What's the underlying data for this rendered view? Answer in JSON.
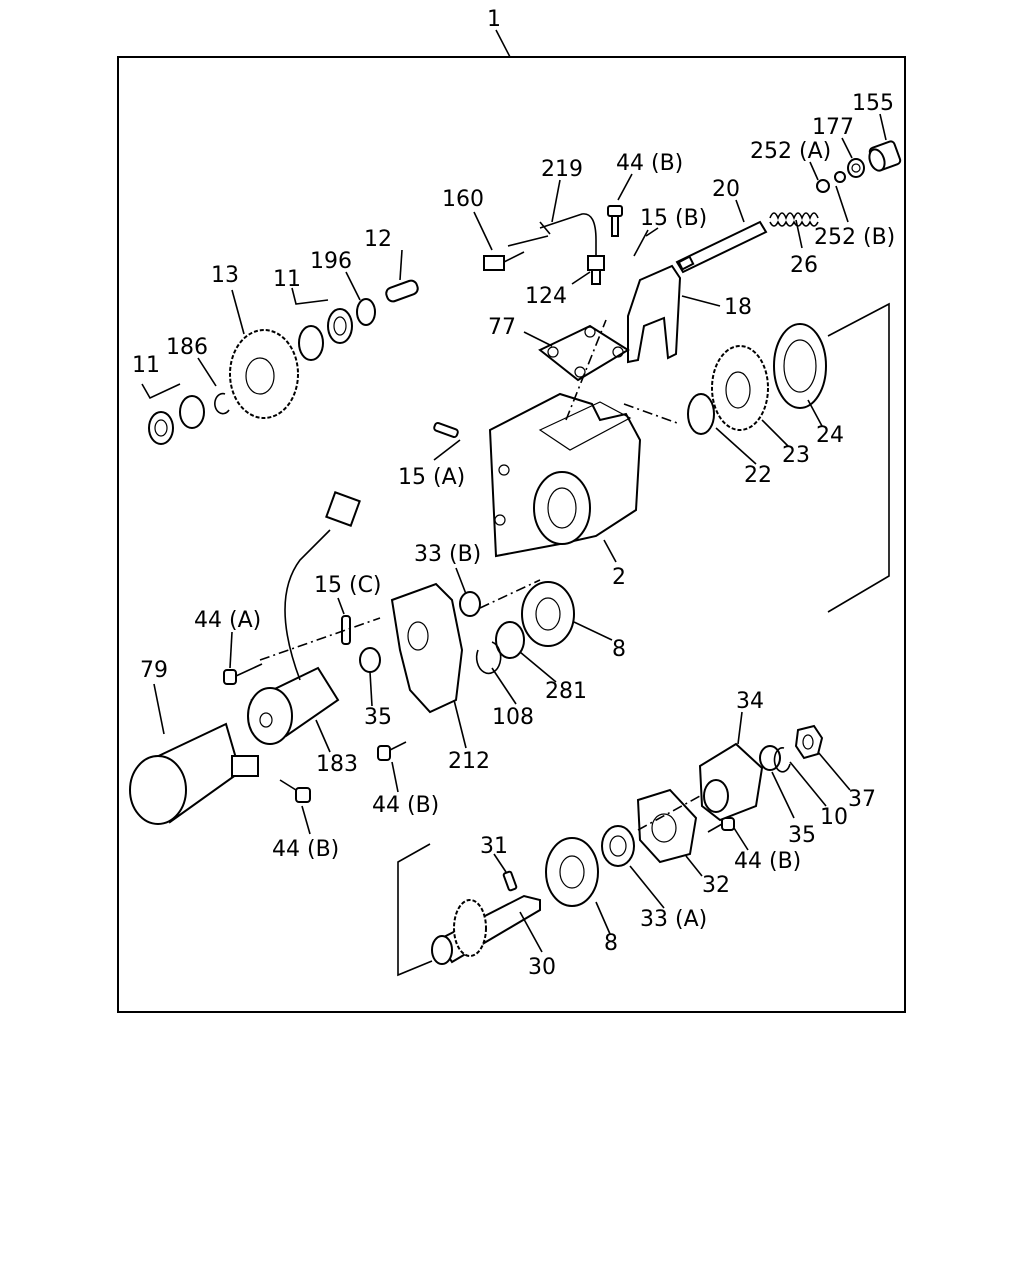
{
  "assembly_ref": "1",
  "callouts": {
    "c155": "155",
    "c177": "177",
    "c252a": "252 (A)",
    "c252b": "252 (B)",
    "c26": "26",
    "c20": "20",
    "c44b_top": "44 (B)",
    "c15b": "15 (B)",
    "c219": "219",
    "c160": "160",
    "c124": "124",
    "c77": "77",
    "c18": "18",
    "c12": "12",
    "c196": "196",
    "c11_a": "11",
    "c13": "13",
    "c186": "186",
    "c11_b": "11",
    "c24": "24",
    "c23": "23",
    "c22": "22",
    "c15a": "15 (A)",
    "c2": "2",
    "c33b": "33 (B)",
    "c15c": "15 (C)",
    "c8_a": "8",
    "c281": "281",
    "c108": "108",
    "c44a": "44 (A)",
    "c79": "79",
    "c35_a": "35",
    "c183": "183",
    "c212": "212",
    "c44b_mid": "44 (B)",
    "c44b_low": "44 (B)",
    "c34": "34",
    "c37": "37",
    "c10": "10",
    "c35_b": "35",
    "c44b_right": "44 (B)",
    "c32": "32",
    "c33a": "33 (A)",
    "c31": "31",
    "c8_b": "8",
    "c30": "30"
  }
}
